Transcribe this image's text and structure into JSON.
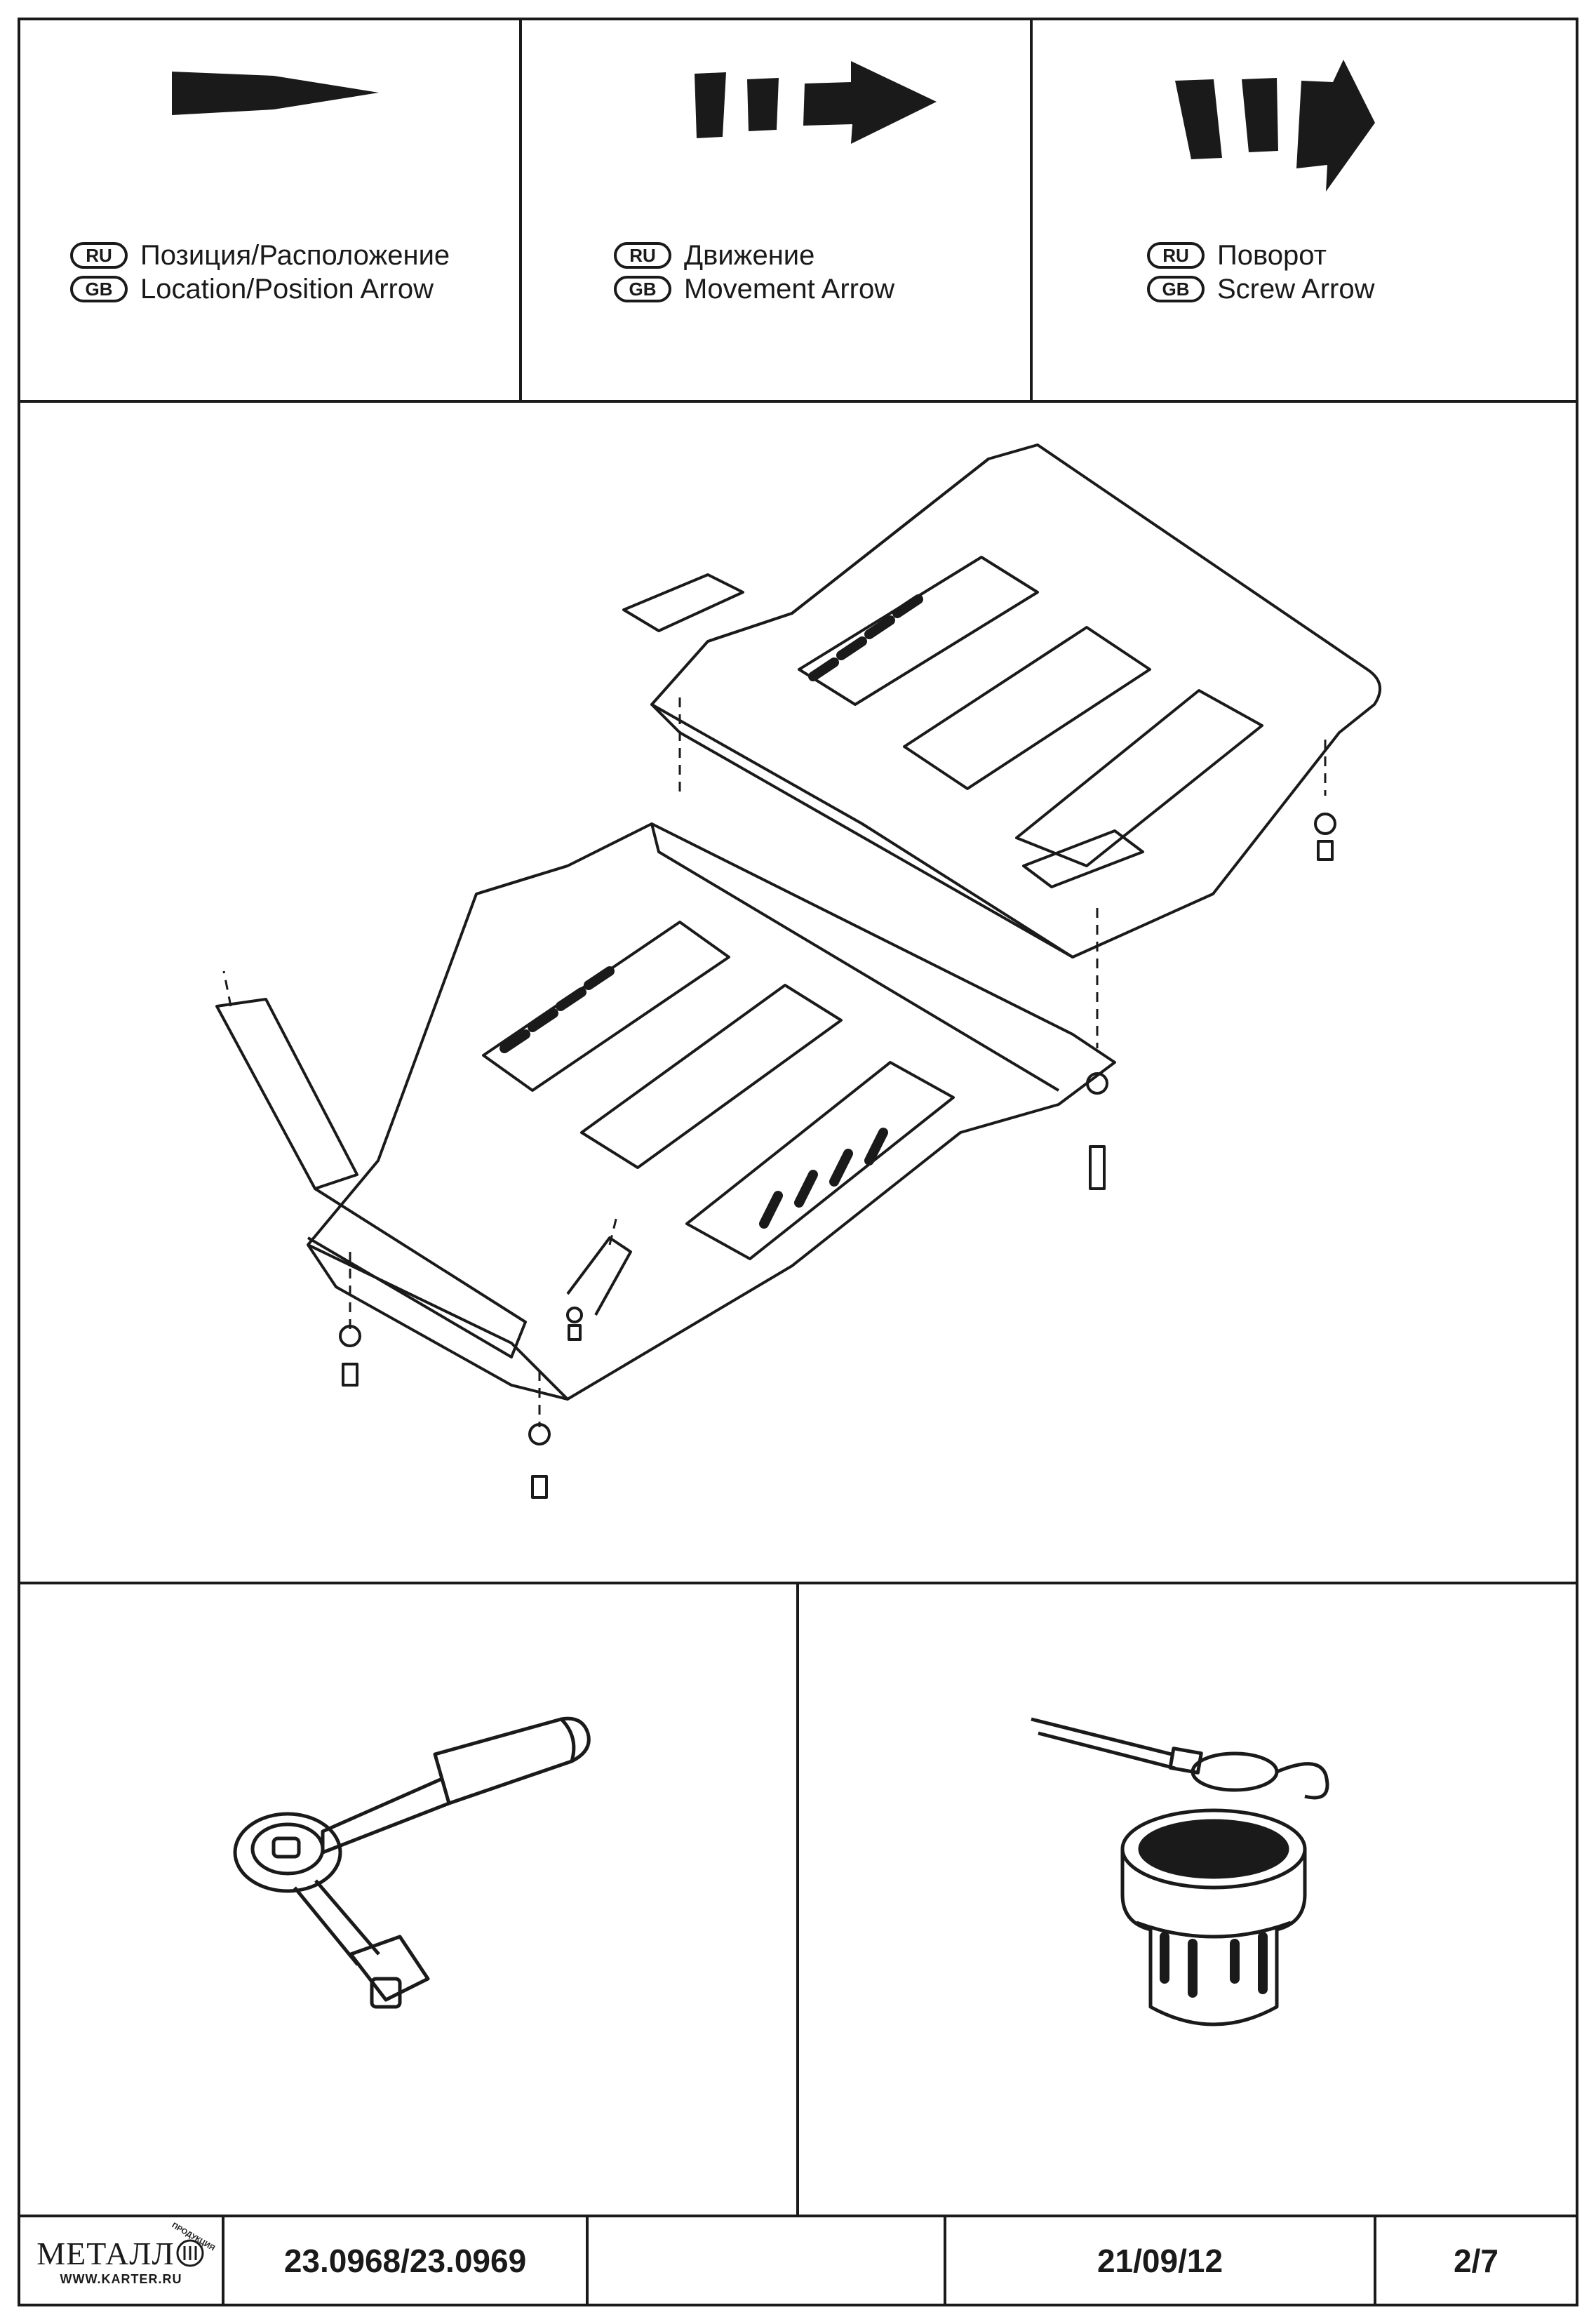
{
  "legend": {
    "location": {
      "ru_tag": "RU",
      "gb_tag": "GB",
      "ru": "Позиция/Расположение",
      "gb": "Location/Position Arrow"
    },
    "movement": {
      "ru_tag": "RU",
      "gb_tag": "GB",
      "ru": "Движение",
      "gb": "Movement Arrow"
    },
    "screw": {
      "ru_tag": "RU",
      "gb_tag": "GB",
      "ru": "Поворот",
      "gb": "Screw Arrow"
    }
  },
  "footer": {
    "logo_word": "МЕТАЛЛ",
    "logo_side": "ПРОДУКЦИЯ",
    "logo_url": "WWW.KARTER.RU",
    "part_number": "23.0968/23.0969",
    "blank": "",
    "date": "21/09/12",
    "page": "2/7"
  },
  "colors": {
    "ink": "#1a1a1a",
    "paper": "#ffffff"
  },
  "icons": {
    "tool": "ratchet-wrench-icon",
    "paint": "paint-can-brush-icon"
  }
}
